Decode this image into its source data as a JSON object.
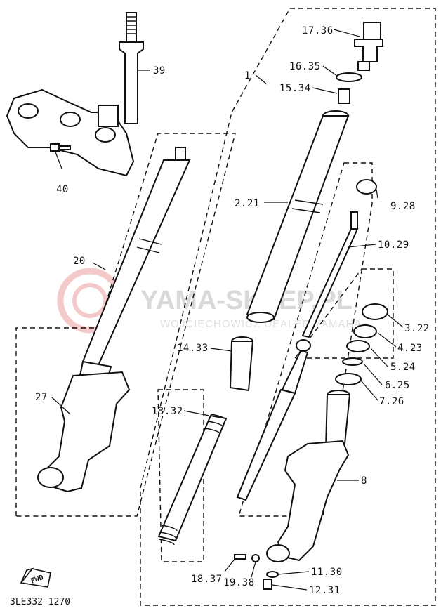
{
  "diagram": {
    "callouts": [
      {
        "id": "c39",
        "text": "39"
      },
      {
        "id": "c40",
        "text": "40"
      },
      {
        "id": "c20",
        "text": "20"
      },
      {
        "id": "c27",
        "text": "27"
      },
      {
        "id": "c1",
        "text": "1"
      },
      {
        "id": "c1736",
        "text": "17.36"
      },
      {
        "id": "c1635",
        "text": "16.35"
      },
      {
        "id": "c1534",
        "text": "15.34"
      },
      {
        "id": "c221",
        "text": "2.21"
      },
      {
        "id": "c928",
        "text": "9.28"
      },
      {
        "id": "c1029",
        "text": "10.29"
      },
      {
        "id": "c322",
        "text": "3.22"
      },
      {
        "id": "c423",
        "text": "4.23"
      },
      {
        "id": "c524",
        "text": "5.24"
      },
      {
        "id": "c625",
        "text": "6.25"
      },
      {
        "id": "c726",
        "text": "7.26"
      },
      {
        "id": "c1433",
        "text": "14.33"
      },
      {
        "id": "c1332",
        "text": "13.32"
      },
      {
        "id": "c8",
        "text": "8"
      },
      {
        "id": "c1837",
        "text": "18.37"
      },
      {
        "id": "c1938",
        "text": "19.38"
      },
      {
        "id": "c1130",
        "text": "11.30"
      },
      {
        "id": "c1231",
        "text": "12.31"
      }
    ],
    "fwd_label": "FWD",
    "drawing_code": "3LE332-1270",
    "watermark": {
      "main": "YAMA-SKLEP.PL",
      "sub": "WOJCIECHOWICZ DEALER YAMAHA"
    }
  }
}
